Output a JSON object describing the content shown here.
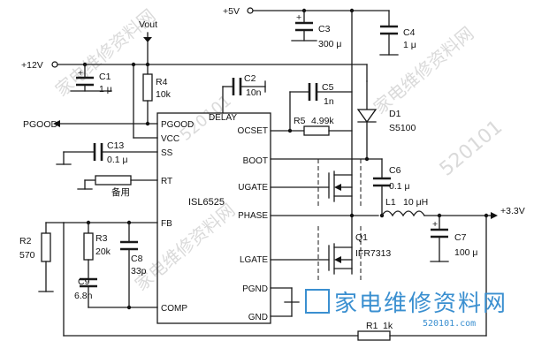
{
  "ic": {
    "name": "ISL6525",
    "delay_label": "DELAY"
  },
  "pins_left": {
    "pgood": "PGOOD",
    "vcc": "VCC",
    "ss": "SS",
    "rt": "RT",
    "fb": "FB",
    "comp": "COMP"
  },
  "pins_right": {
    "ocset": "OCSET",
    "boot": "BOOT",
    "ugate": "UGATE",
    "phase": "PHASE",
    "lgate": "LGATE",
    "pgnd": "PGND",
    "gnd": "GND"
  },
  "rails": {
    "plus12v": "+12V",
    "plus5v": "+5V",
    "vout": "Vout",
    "pgood": "PGOOD",
    "plus3v3": "+3.3V"
  },
  "components": {
    "c1": {
      "ref": "C1",
      "value": "1 μ"
    },
    "c2": {
      "ref": "C2",
      "value": "10n"
    },
    "c3": {
      "ref": "C3",
      "value": "300 μ"
    },
    "c4": {
      "ref": "C4",
      "value": "1 μ"
    },
    "c5": {
      "ref": "C5",
      "value": "1n"
    },
    "c6": {
      "ref": "C6",
      "value": "0.1 μ"
    },
    "c7": {
      "ref": "C7",
      "value": "100 μ"
    },
    "c8": {
      "ref": "C8",
      "value": "33p"
    },
    "c9": {
      "ref": "C9",
      "value": "6.8n"
    },
    "c13": {
      "ref": "C13",
      "value": "0.1 μ"
    },
    "r1": {
      "ref": "R1",
      "value": "1k"
    },
    "r2": {
      "ref": "R2",
      "value": "570"
    },
    "r3": {
      "ref": "R3",
      "value": "20k"
    },
    "r4": {
      "ref": "R4",
      "value": "10k"
    },
    "r5": {
      "ref": "R5",
      "value": "4.99k"
    },
    "d1": {
      "ref": "D1",
      "value": "S5100"
    },
    "l1": {
      "ref": "L1",
      "value": "10 μH"
    },
    "q1": {
      "ref": "Q1",
      "value": "IFR7313"
    },
    "rt_spare": "备用"
  },
  "watermark": {
    "logo": "家电维修资料网",
    "url": "520101.com",
    "faint_cn": "家电维修资料网",
    "faint_num": "520101"
  }
}
